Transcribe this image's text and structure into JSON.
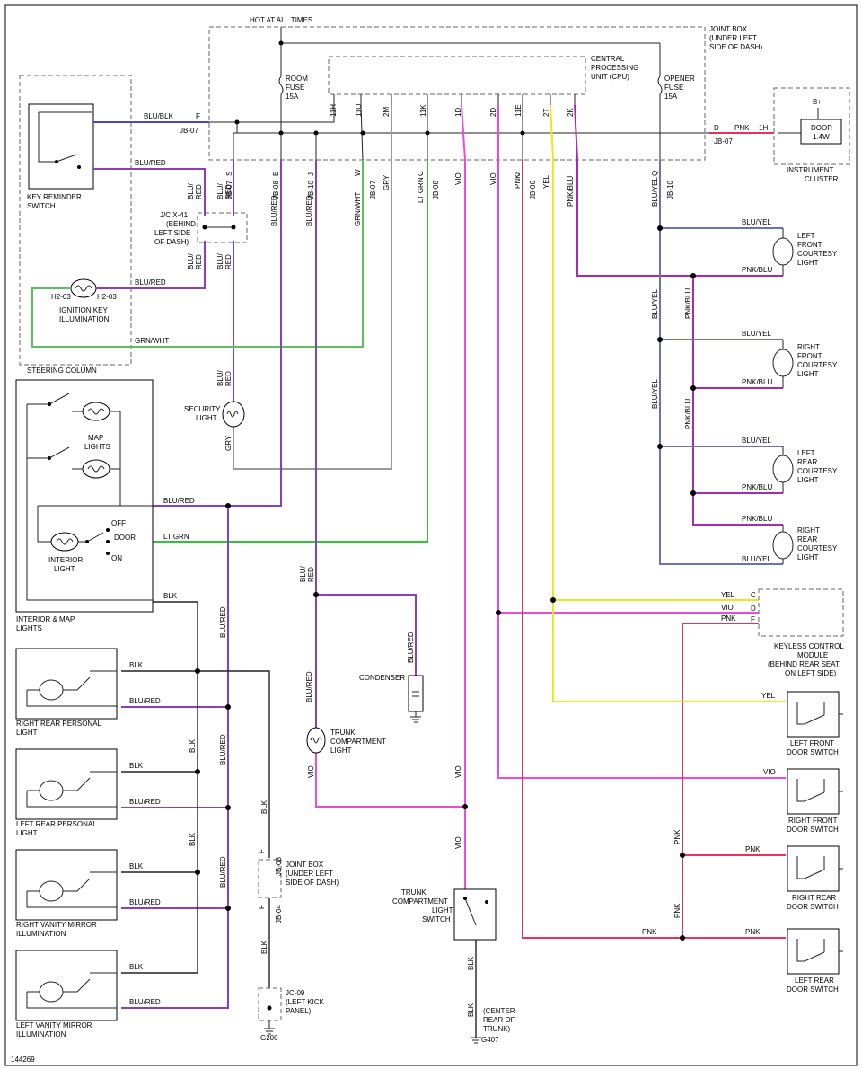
{
  "colors": {
    "BLU_BLK": "#4a47c9",
    "BLU_RED": "#8a3fc0",
    "GRN_WHT": "#5fbf5f",
    "GRY": "#9a9a9a",
    "LT_GRN": "#35c335",
    "VIO": "#ec4bd8",
    "PNK": "#e8325a",
    "YEL": "#e8e81a",
    "PNK_BLU": "#a52bb3",
    "BLU_YEL": "#6673b5",
    "BLK": "#222222"
  },
  "header": {
    "hot_label": "HOT AT ALL TIMES",
    "joint_box": [
      "JOINT BOX",
      "(UNDER LEFT",
      "SIDE OF DASH)"
    ],
    "cpu": [
      "CENTRAL",
      "PROCESSING",
      "UNIT (CPU)"
    ],
    "room_fuse": [
      "ROOM",
      "FUSE",
      "15A"
    ],
    "opener_fuse": [
      "OPENER",
      "FUSE",
      "15A"
    ]
  },
  "cpu_pins": [
    "11H",
    "11O",
    "2M",
    "11K",
    "1D",
    "2D",
    "11E",
    "2T",
    "2K"
  ],
  "bottom_pins": {
    "letters": [
      "S",
      "E",
      "J",
      "W",
      "C",
      "J",
      "Q"
    ],
    "connectors": [
      "JB-07",
      "JB-08",
      "JB-10",
      "JB-07",
      "JB-08",
      "JB-06",
      "JB-10"
    ]
  },
  "wire_labels_vertical": {
    "blured": "BLU/RED",
    "grnwht": "GRN/WHT",
    "gry": "GRY",
    "ltgrn": "LT GRN",
    "vio": "VIO",
    "pnk": "PNK",
    "yel": "YEL",
    "pnkblu": "PNK/BLU",
    "bluyel": "BLU/YEL",
    "blk": "BLK",
    "blu_slash": "BLU/",
    "red": "RED"
  },
  "components": {
    "key_reminder": [
      "KEY REMINDER",
      "SWITCH"
    ],
    "jc_x41": [
      "J/C X-41",
      "(BEHIND",
      "LEFT SIDE",
      "OF DASH)"
    ],
    "ignition_key": [
      "IGNITION KEY",
      "ILLUMINATION"
    ],
    "h2_03": "H2-03",
    "steering_column": "STEERING COLUMN",
    "security_light": [
      "SECURITY",
      "LIGHT"
    ],
    "map_lights": [
      "MAP",
      "LIGHTS"
    ],
    "interior_light": [
      "INTERIOR",
      "LIGHT"
    ],
    "off": "OFF",
    "door": "DOOR",
    "on": "ON",
    "interior_map": [
      "INTERIOR & MAP",
      "LIGHTS"
    ],
    "right_rear_personal": [
      "RIGHT REAR PERSONAL",
      "LIGHT"
    ],
    "left_rear_personal": [
      "LEFT REAR PERSONAL",
      "LIGHT"
    ],
    "right_vanity": [
      "RIGHT VANITY MIRROR",
      "ILLUMINATION"
    ],
    "left_vanity": [
      "LEFT VANITY MIRROR",
      "ILLUMINATION"
    ],
    "joint_box_lower": [
      "JOINT BOX",
      "(UNDER LEFT",
      "SIDE OF DASH)"
    ],
    "jb_08": "JB-08",
    "jb_04": "JB-04",
    "jb_07": "JB-07",
    "jc_09": [
      "JC-09",
      "(LEFT KICK",
      "PANEL)"
    ],
    "g200": "G200",
    "condenser": "CONDENSER",
    "trunk_light": [
      "TRUNK",
      "COMPARTMENT",
      "LIGHT"
    ],
    "trunk_switch": [
      "TRUNK",
      "COMPARTMENT",
      "LIGHT",
      "SWITCH"
    ],
    "center_rear": [
      "(CENTER",
      "REAR OF",
      "TRUNK)"
    ],
    "g407": "G407",
    "b_plus": "B+",
    "door_bulb": [
      "DOOR",
      "1.4W"
    ],
    "instrument_cluster": [
      "INSTRUMENT",
      "CLUSTER"
    ],
    "lf_courtesy": [
      "LEFT",
      "FRONT",
      "COURTESY",
      "LIGHT"
    ],
    "rf_courtesy": [
      "RIGHT",
      "FRONT",
      "COURTESY",
      "LIGHT"
    ],
    "lr_courtesy": [
      "LEFT",
      "REAR",
      "COURTESY",
      "LIGHT"
    ],
    "rr_courtesy": [
      "RIGHT",
      "REAR",
      "COURTESY",
      "LIGHT"
    ],
    "keyless": [
      "KEYLESS CONTROL",
      "MODULE",
      "(BEHIND REAR SEAT,",
      "ON LEFT SIDE)"
    ],
    "lf_door": [
      "LEFT FRONT",
      "DOOR SWITCH"
    ],
    "rf_door": [
      "RIGHT FRONT",
      "DOOR SWITCH"
    ],
    "rr_door": [
      "RIGHT REAR",
      "DOOR SWITCH"
    ],
    "lr_door": [
      "LEFT REAR",
      "DOOR SWITCH"
    ]
  },
  "pin_letters": {
    "F": "F",
    "D": "D",
    "C": "C",
    "1H": "1H"
  },
  "wire_labels": {
    "blublk": "BLU/BLK",
    "blured": "BLU/RED",
    "grnwht": "GRN/WHT",
    "ltgrn": "LT GRN",
    "blk": "BLK",
    "yel": "YEL",
    "vio": "VIO",
    "pnk": "PNK",
    "pnkblu": "PNK/BLU",
    "bluyel": "BLU/YEL"
  },
  "figure_id": "144269"
}
